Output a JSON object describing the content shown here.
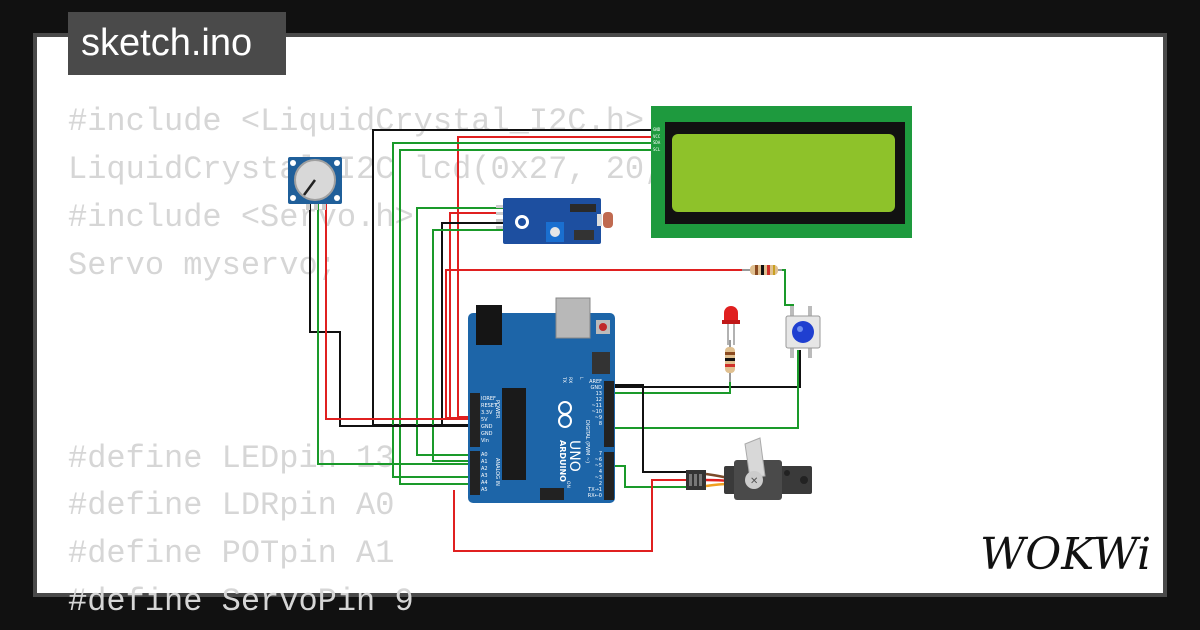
{
  "tab": {
    "title": "sketch.ino"
  },
  "code": {
    "lines": [
      "#include <LiquidCrystal_I2C.h>",
      "LiquidCrystal_I2C lcd(0x27, 20, 4);",
      "#include <Servo.h>",
      "Servo myservo;",
      "#define LEDpin 13",
      "#define LDRpin A0",
      "#define POTpin A1",
      "#define ServoPin 9"
    ]
  },
  "arduino": {
    "brand": "ARDUINO",
    "model": "UNO",
    "pin_labels_left": [
      "IOREF",
      "RESET",
      "3.3V",
      "5V",
      "GND",
      "GND",
      "Vin"
    ],
    "analog_labels": [
      "A0",
      "A1",
      "A2",
      "A3",
      "A4",
      "A5"
    ],
    "digital_labels": [
      "AREF",
      "GND",
      "13",
      "12",
      "~11",
      "~10",
      "~9",
      "8",
      "7",
      "~6",
      "~5",
      "4",
      "~3",
      "2",
      "TX→1",
      "RX←0"
    ],
    "section_power": "POWER",
    "section_analog": "ANALOG IN",
    "section_digital": "DIGITAL (PWM ~)",
    "led_labels": [
      "TX",
      "RX",
      "L",
      "ON"
    ]
  },
  "lcd": {
    "pins": [
      "GND",
      "VCC",
      "SDA",
      "SCL"
    ]
  },
  "colors": {
    "wire_red": "#e02020",
    "wire_black": "#111111",
    "wire_green": "#1a9a2a",
    "board_blue": "#1d65a8",
    "lcd_green": "#1e9a3e",
    "lcd_screen": "#8ec22a"
  },
  "logo": {
    "text": "WOKWi"
  }
}
